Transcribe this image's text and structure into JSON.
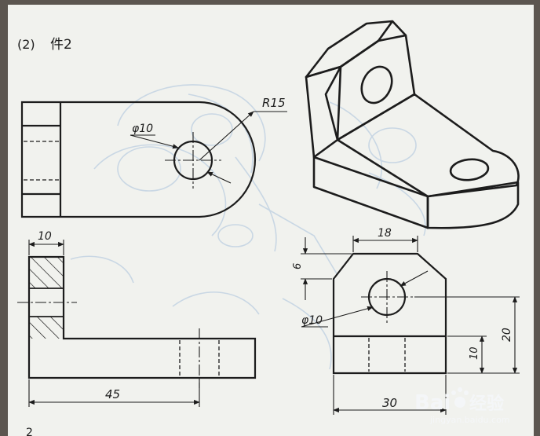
{
  "heading": {
    "number": "(2)",
    "part": "件2"
  },
  "views": {
    "top": {
      "hole_diameter": "φ10",
      "radius": "R15"
    },
    "front": {
      "width": "10",
      "length": "45"
    },
    "side": {
      "top_width": "18",
      "chamfer": "6",
      "hole_diameter": "φ10",
      "base_height": "10",
      "hole_height": "20",
      "width": "30"
    }
  },
  "corner_text": "2",
  "watermark": {
    "brand": "Bai",
    "brand_cn": "经验",
    "url": "jingyan.baidu.com"
  },
  "colors": {
    "paper": "#f1f2ee",
    "line": "#1c1c1c",
    "faint": "#c9d7e4",
    "background": "#5c5650"
  }
}
